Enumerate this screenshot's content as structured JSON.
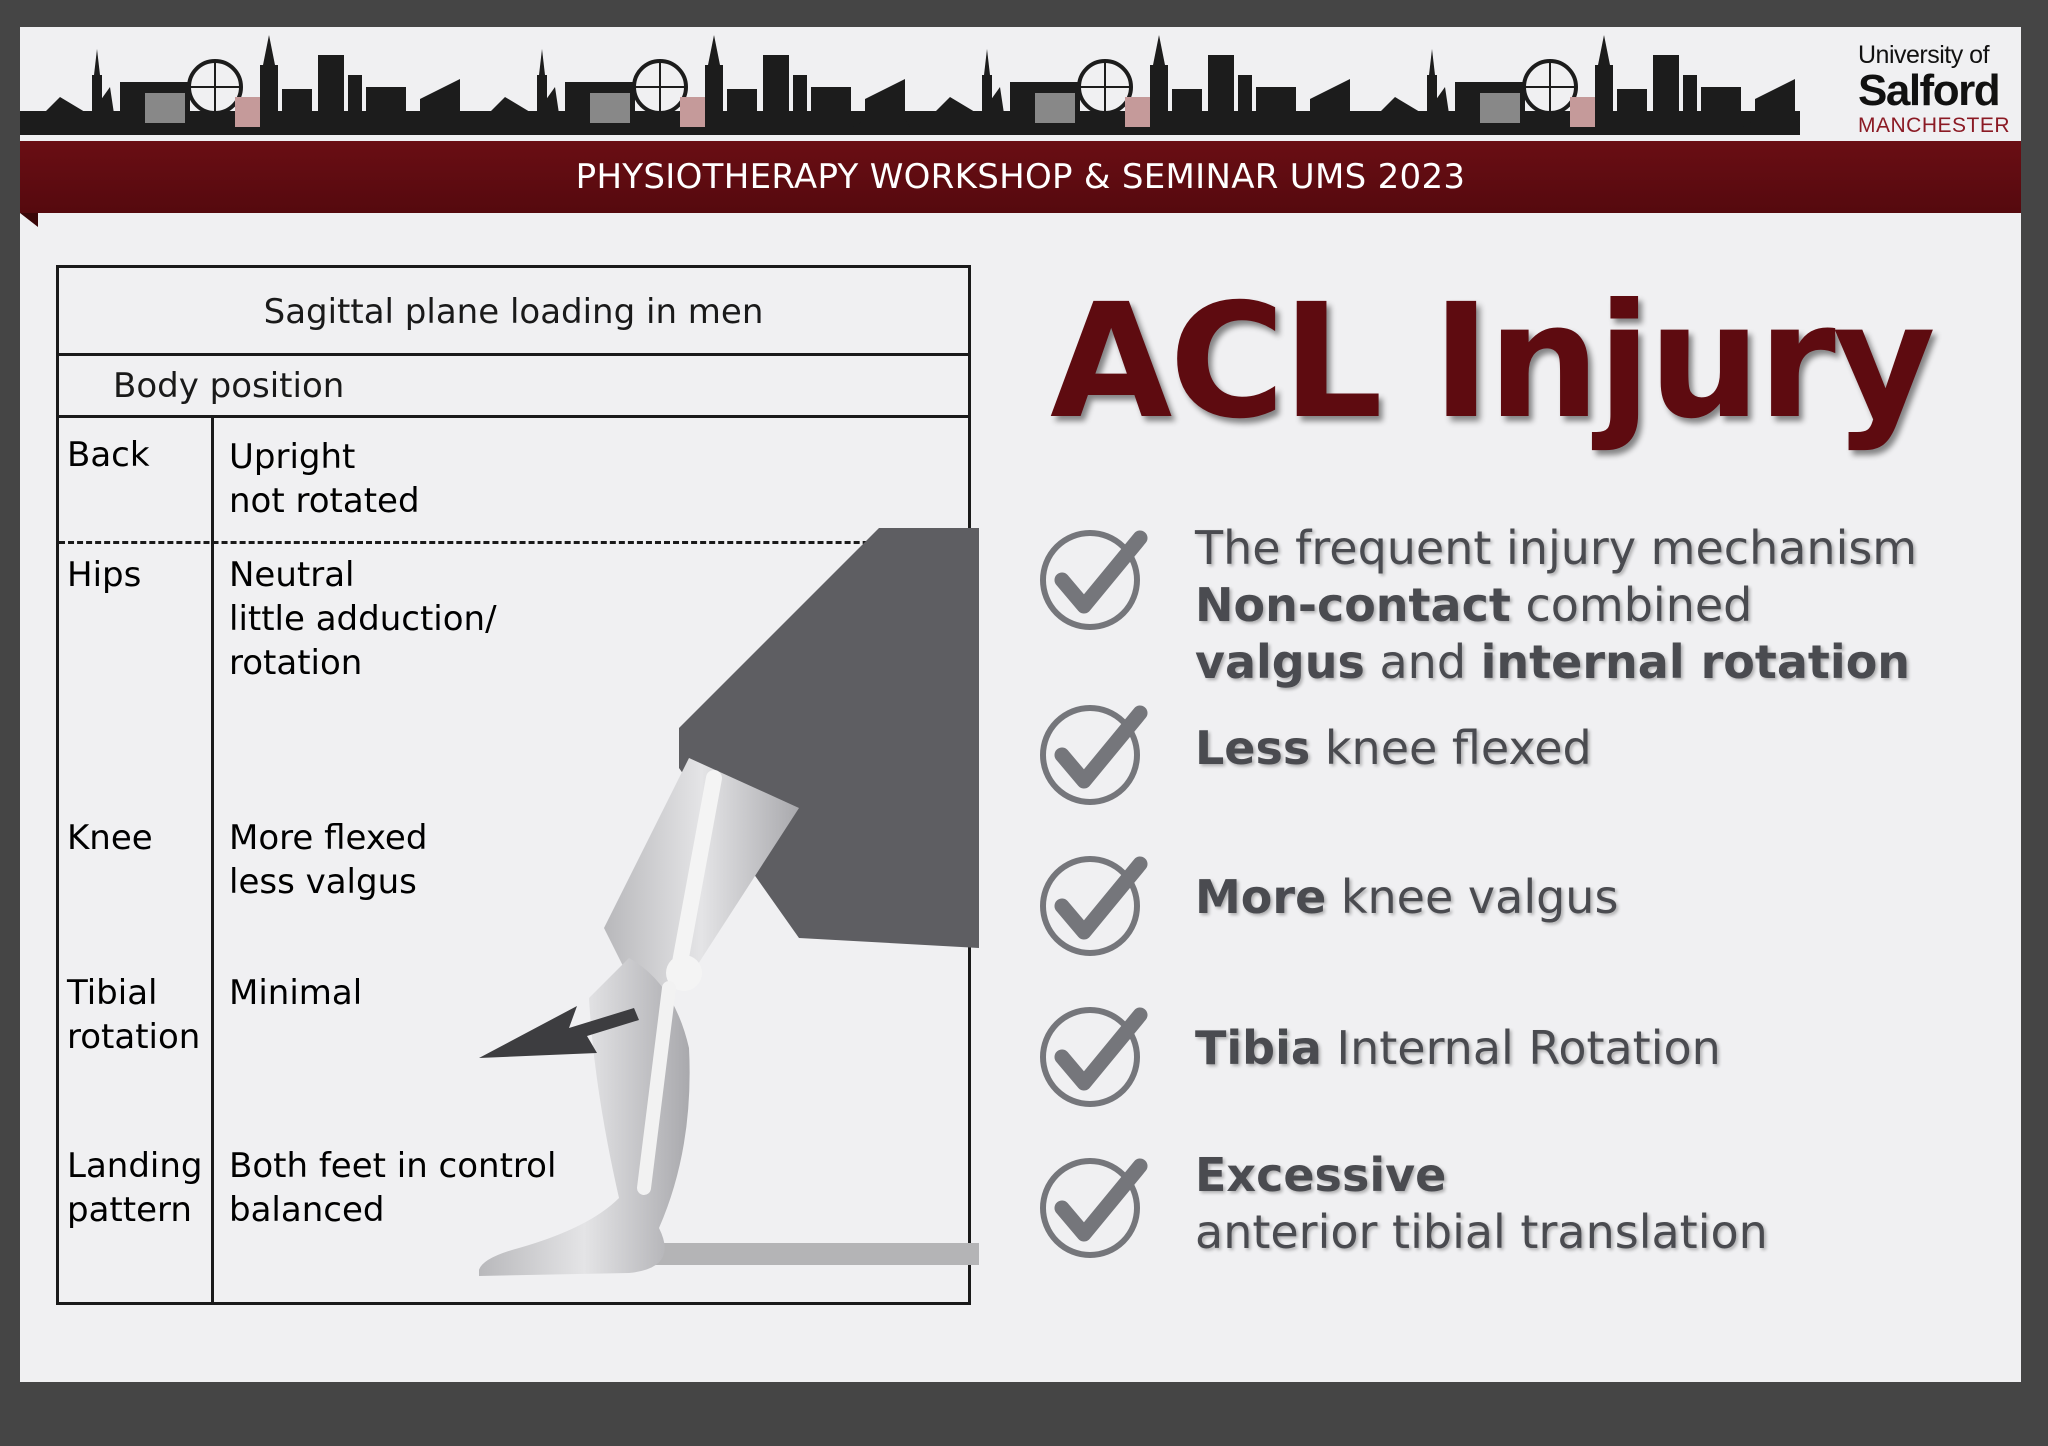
{
  "header": {
    "banner_title": "PHYSIOTHERAPY WORKSHOP & SEMINAR UMS 2023",
    "logo": {
      "line1": "University of",
      "line2": "Salford",
      "line3": "MANCHESTER"
    }
  },
  "table": {
    "title": "Sagittal plane loading in men",
    "subtitle": "Body position",
    "rows": [
      {
        "part": [
          "Back"
        ],
        "desc": [
          "Upright",
          "not rotated"
        ]
      },
      {
        "part": [
          "Hips"
        ],
        "desc": [
          "Neutral",
          "little adduction/",
          "rotation"
        ]
      },
      {
        "part": [
          "Knee"
        ],
        "desc": [
          "More flexed",
          "less valgus"
        ]
      },
      {
        "part": [
          "Tibial",
          "rotation"
        ],
        "desc": [
          "Minimal"
        ]
      },
      {
        "part": [
          "Landing",
          "pattern"
        ],
        "desc": [
          "Both feet in control",
          "balanced"
        ]
      }
    ]
  },
  "main_title": "ACL Injury",
  "bullets": [
    {
      "icon": "check-circle-icon",
      "lines": [
        [
          {
            "t": "The frequent injury mechanism",
            "b": false
          }
        ],
        [
          {
            "t": "Non-contact",
            "b": true
          },
          {
            "t": " combined",
            "b": false
          }
        ],
        [
          {
            "t": "valgus",
            "b": true
          },
          {
            "t": " and ",
            "b": false
          },
          {
            "t": "internal rotation",
            "b": true
          }
        ]
      ]
    },
    {
      "icon": "check-circle-icon",
      "lines": [
        [
          {
            "t": "Less",
            "b": true
          },
          {
            "t": " knee flexed",
            "b": false
          }
        ]
      ]
    },
    {
      "icon": "check-circle-icon",
      "lines": [
        [
          {
            "t": "More",
            "b": true
          },
          {
            "t": " knee valgus",
            "b": false
          }
        ]
      ]
    },
    {
      "icon": "check-circle-icon",
      "lines": [
        [
          {
            "t": "Tibia",
            "b": true
          },
          {
            "t": " Internal Rotation",
            "b": false
          }
        ]
      ]
    },
    {
      "icon": "check-circle-icon",
      "lines": [
        [
          {
            "t": "Excessive",
            "b": true
          }
        ],
        [
          {
            "t": "anterior tibial translation",
            "b": false
          }
        ]
      ]
    }
  ],
  "colors": {
    "brand_maroon": "#5e0b10",
    "banner": "#6a0e14",
    "text_gray": "#4a4b50",
    "check_gray": "#75767b"
  }
}
